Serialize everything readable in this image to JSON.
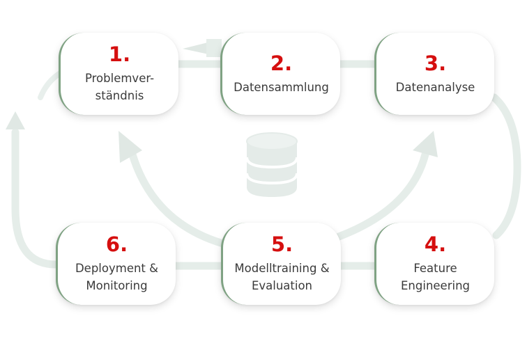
{
  "diagram": {
    "steps": [
      {
        "number": "1.",
        "label": "Problemver-\nständnis"
      },
      {
        "number": "2.",
        "label": "Datensammlung"
      },
      {
        "number": "3.",
        "label": "Datenanalyse"
      },
      {
        "number": "4.",
        "label": "Feature\nEngineering"
      },
      {
        "number": "5.",
        "label": "Modelltraining &\nEvaluation"
      },
      {
        "number": "6.",
        "label": "Deployment &\nMonitoring"
      }
    ],
    "colors": {
      "number": "#d50f0f",
      "text": "#3a3a3a",
      "connector": "#e5ede9",
      "accent_border": "#7fa283",
      "database_icon": "#e4ebe8"
    },
    "icons": [
      "database-icon"
    ]
  }
}
